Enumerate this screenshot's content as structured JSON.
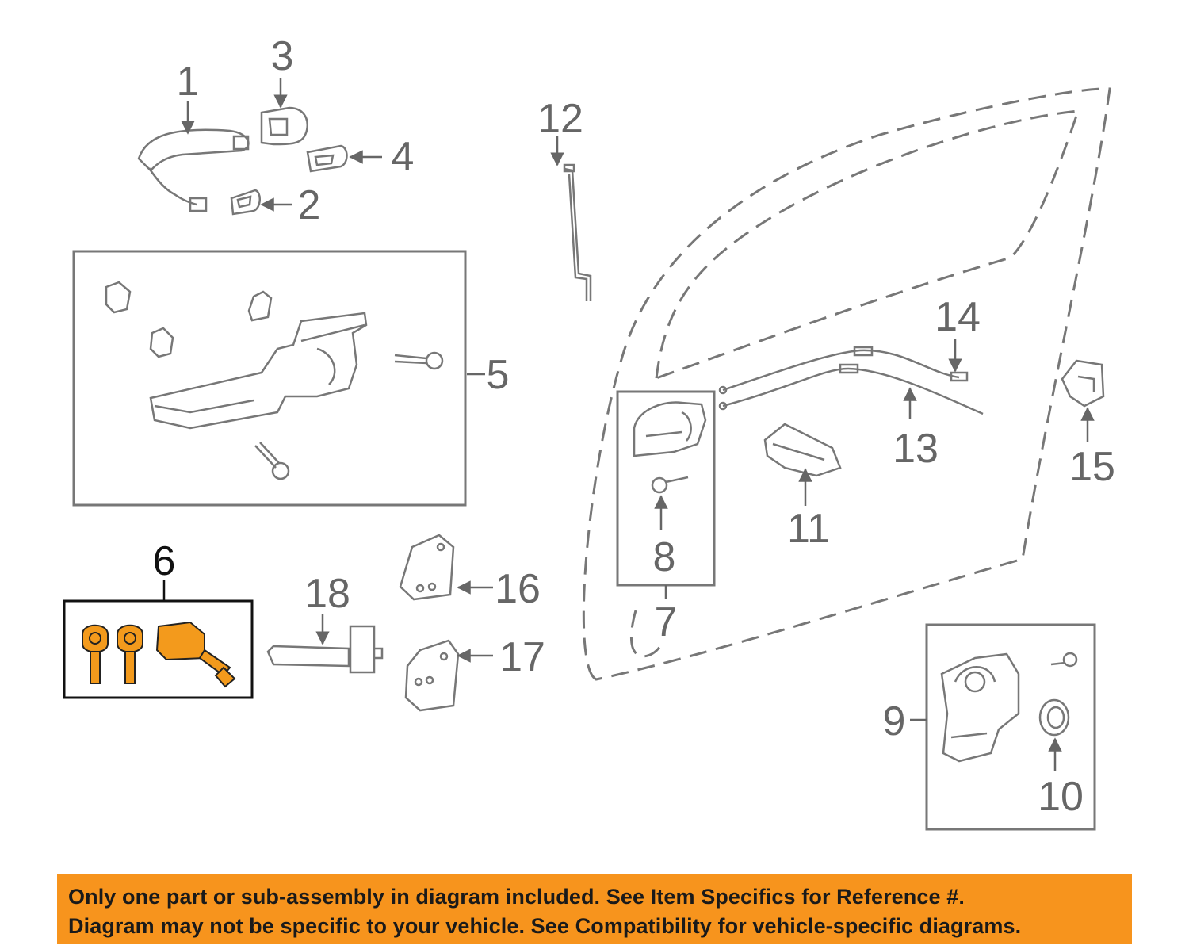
{
  "callouts": {
    "c1": "1",
    "c2": "2",
    "c3": "3",
    "c4": "4",
    "c5": "5",
    "c6": "6",
    "c7": "7",
    "c8": "8",
    "c9": "9",
    "c10": "10",
    "c11": "11",
    "c12": "12",
    "c13": "13",
    "c14": "14",
    "c15": "15",
    "c16": "16",
    "c17": "17",
    "c18": "18"
  },
  "highlighted_callout": "6",
  "banner": {
    "line1": "Only one part or sub-assembly in diagram included. See Item Specifics for Reference #.",
    "line2": "Diagram may not be specific to your vehicle. See Compatibility for vehicle-specific diagrams."
  },
  "colors": {
    "part_stroke": "#777777",
    "highlight_fill": "#f39a1c",
    "banner_fill": "#f7941d",
    "dark_outline": "#111111"
  }
}
